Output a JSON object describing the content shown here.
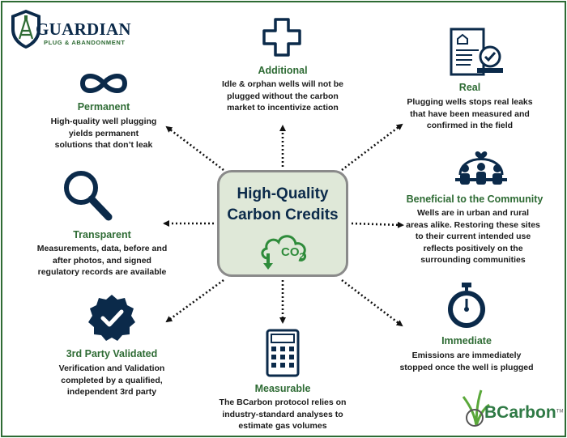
{
  "logo": {
    "name": "GUARDIAN",
    "tagline": "PLUG & ABANDONMENT"
  },
  "center": {
    "line1": "High-Quality",
    "line2": "Carbon Credits",
    "co2_label": "CO",
    "co2_sub": "2"
  },
  "items": {
    "additional": {
      "title": "Additional",
      "desc": [
        "Idle & orphan wells will not be",
        "plugged without the carbon",
        "market to incentivize action"
      ],
      "icon": "plus-icon"
    },
    "real": {
      "title": "Real",
      "desc": [
        "Plugging wells stops real leaks",
        "that have been measured and",
        "confirmed in the field"
      ],
      "icon": "certified-document-icon"
    },
    "permanent": {
      "title": "Permanent",
      "desc": [
        "High-quality well plugging",
        "yields permanent",
        "solutions that don’t leak"
      ],
      "icon": "infinity-icon"
    },
    "community": {
      "title": "Beneficial to the Community",
      "desc": [
        "Wells are in urban and rural",
        "areas alike. Restoring these sites",
        "to their current intended use",
        "reflects positively on the",
        "surrounding communities"
      ],
      "icon": "community-icon"
    },
    "transparent": {
      "title": "Transparent",
      "desc": [
        "Measurements, data, before and",
        "after photos, and signed",
        "regulatory records are available"
      ],
      "icon": "magnifier-icon"
    },
    "validated": {
      "title": "3rd Party Validated",
      "desc": [
        "Verification and Validation",
        "completed by a qualified,",
        "independent 3rd party"
      ],
      "icon": "verified-badge-icon"
    },
    "immediate": {
      "title": "Immediate",
      "desc": [
        "Emissions are immediately",
        "stopped once the well is plugged"
      ],
      "icon": "stopwatch-icon"
    },
    "measurable": {
      "title": "Measurable",
      "desc": [
        "The BCarbon protocol relies on",
        "industry-standard analyses to",
        "estimate gas volumes"
      ],
      "icon": "calculator-icon"
    }
  },
  "bcarbon": {
    "text": "BCarbon",
    "tm": "TM"
  },
  "colors": {
    "navy": "#0b2a4a",
    "green": "#2e6b34",
    "center_fill": "#dfe8d8"
  }
}
